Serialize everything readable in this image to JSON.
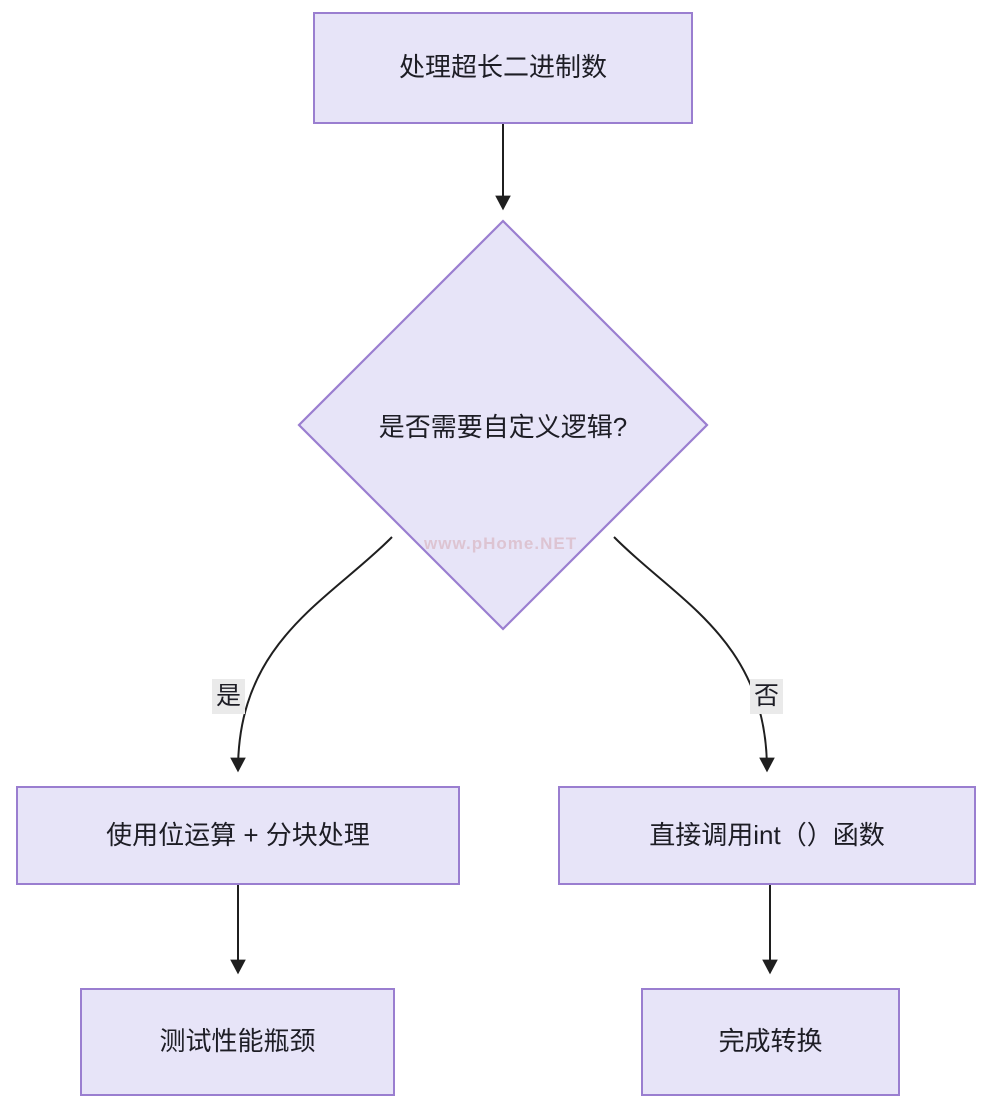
{
  "diagram": {
    "type": "flowchart",
    "direction": "top-down",
    "title": "处理超长二进制数",
    "theme": {
      "node_fill": "#e7e4f8",
      "node_border": "#9a7ed0",
      "node_text": "#1d1d25",
      "edge_stroke": "#1f1f1f",
      "edge_label_bg": "#eaeaea",
      "background": "#ffffff"
    },
    "nodes": [
      {
        "id": "start",
        "shape": "rectangle",
        "label": "处理超长二进制数"
      },
      {
        "id": "decision",
        "shape": "diamond",
        "label": "是否需要自定义逻辑?"
      },
      {
        "id": "left1",
        "shape": "rectangle",
        "label": "使用位运算 + 分块处理"
      },
      {
        "id": "right1",
        "shape": "rectangle",
        "label": "直接调用int（）函数"
      },
      {
        "id": "left2",
        "shape": "rectangle",
        "label": "测试性能瓶颈"
      },
      {
        "id": "right2",
        "shape": "rectangle",
        "label": "完成转换"
      }
    ],
    "edges": [
      {
        "from": "start",
        "to": "decision",
        "label": ""
      },
      {
        "from": "decision",
        "to": "left1",
        "label": "是"
      },
      {
        "from": "decision",
        "to": "right1",
        "label": "否"
      },
      {
        "from": "left1",
        "to": "left2",
        "label": ""
      },
      {
        "from": "right1",
        "to": "right2",
        "label": ""
      }
    ],
    "edge_labels": {
      "yes": "是",
      "no": "否"
    },
    "watermark": "www.pHome.NET"
  }
}
